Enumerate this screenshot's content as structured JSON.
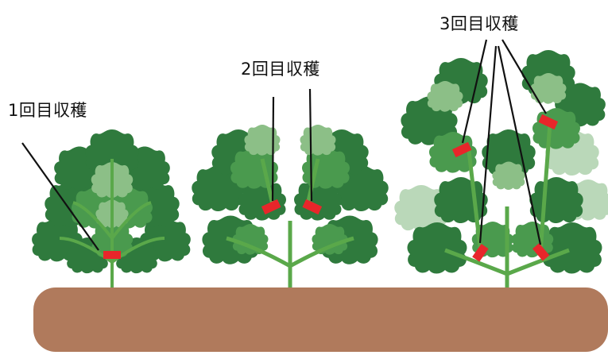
{
  "labels": {
    "harvest_1": "1回目収穫",
    "harvest_2": "2回目収穫",
    "harvest_3": "3回目収穫"
  },
  "colors": {
    "soil": "#b07a5c",
    "leaf_dark": "#2f7a3d",
    "leaf_mid": "#4a9a4e",
    "leaf_light": "#8cbf87",
    "stem": "#5aa84a",
    "marker": "#e8262a",
    "pointer_line": "#111111",
    "text": "#111111"
  }
}
